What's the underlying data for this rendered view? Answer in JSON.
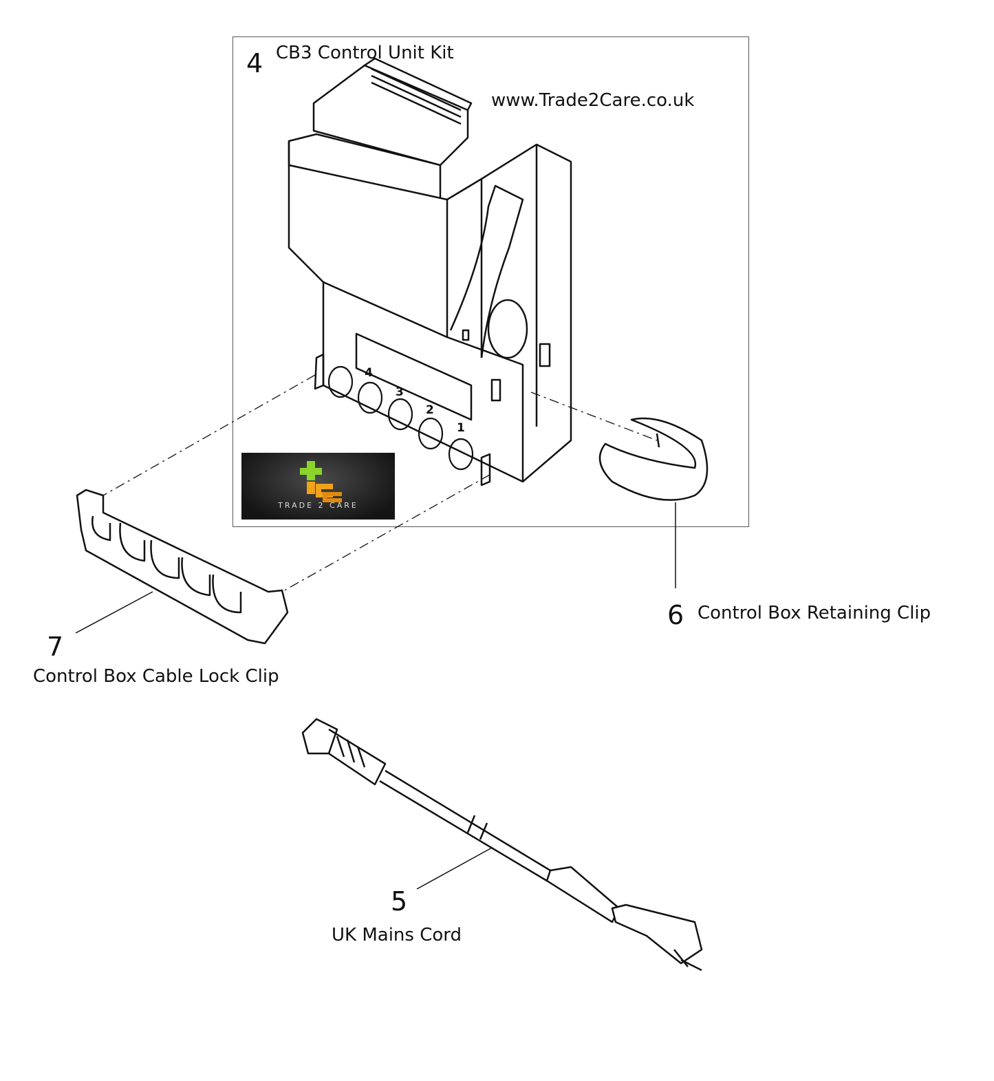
{
  "parts": [
    {
      "number": "4",
      "label": "CB3 Control Unit Kit"
    },
    {
      "number": "5",
      "label": "UK Mains Cord"
    },
    {
      "number": "6",
      "label": "Control Box Retaining Clip"
    },
    {
      "number": "7",
      "label": "Control Box Cable Lock Clip"
    }
  ],
  "website": "www.Trade2Care.co.uk",
  "logo": {
    "text": "TRADE 2 CARE",
    "colors": {
      "green": "#8bd42a",
      "orange": "#f0a21a"
    }
  },
  "ports": [
    "4",
    "3",
    "2",
    "1"
  ]
}
